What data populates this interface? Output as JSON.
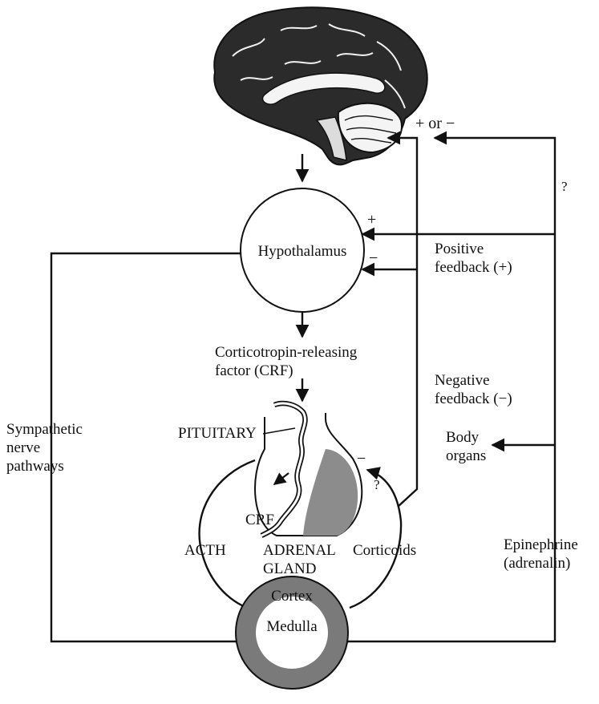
{
  "colors": {
    "ink": "#111111",
    "cortex_fill": "#7a7a7a",
    "pituitary_shade": "#8c8c8c",
    "brain_fill": "#2b2b2b"
  },
  "icons": {
    "brain": "brain-icon",
    "pituitary": "pituitary-gland-icon",
    "adrenal": "adrenal-gland-icon"
  },
  "labels": {
    "hypothalamus": "Hypothalamus",
    "crf_line1": "Corticotropin-releasing",
    "crf_line2": "factor (CRF)",
    "pituitary": "PITUITARY",
    "crf_small": "CRF",
    "acth": "ACTH",
    "adrenal_line1": "ADRENAL",
    "adrenal_line2": "GLAND",
    "corticoids": "Corticoids",
    "cortex": "Cortex",
    "medulla": "Medulla",
    "sympathetic_line1": "Sympathetic",
    "sympathetic_line2": "nerve",
    "sympathetic_line3": "pathways",
    "positive_line1": "Positive",
    "positive_line2": "feedback (+)",
    "negative_line1": "Negative",
    "negative_line2": "feedback (−)",
    "body_line1": "Body",
    "body_line2": "organs",
    "epinephrine_line1": "Epinephrine",
    "epinephrine_line2": "(adrenalin)",
    "plus_or_minus": "+ or −",
    "plus": "+",
    "minus": "−",
    "question": "?"
  }
}
